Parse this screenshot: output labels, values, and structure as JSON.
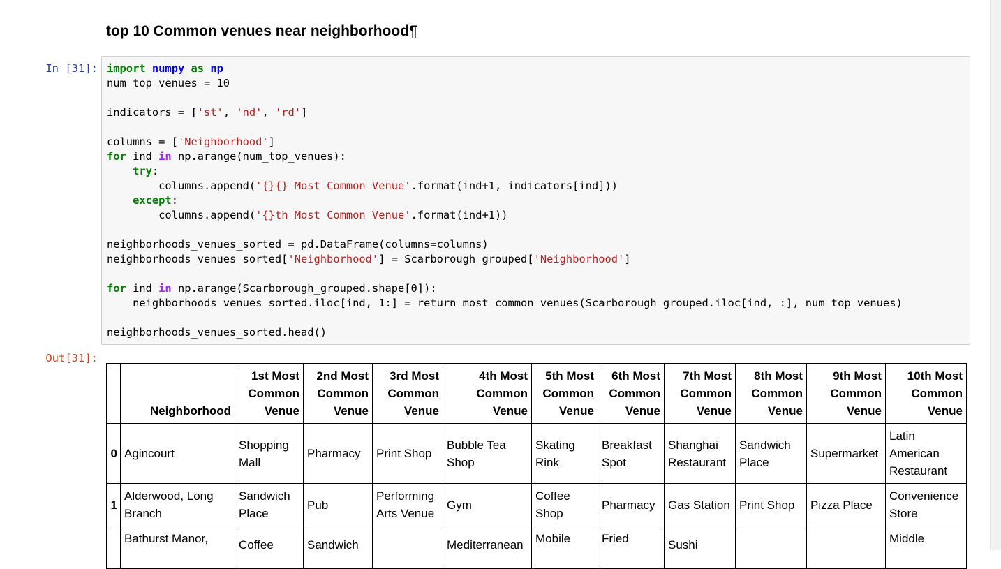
{
  "heading": "top 10 Common venues near neighborhood¶",
  "prompts": {
    "in": "In [31]:",
    "out": "Out[31]:"
  },
  "code": {
    "line1_import": "import",
    "line1_module": "numpy",
    "line1_as": "as",
    "line1_alias": "np",
    "line2": "num_top_venues = 10",
    "line4_a": "indicators = [",
    "line4_s1": "'st'",
    "line4_s2": "'nd'",
    "line4_s3": "'rd'",
    "line4_b": "]",
    "line6_a": "columns = [",
    "line6_s": "'Neighborhood'",
    "line6_b": "]",
    "line7_for": "for",
    "line7_a": " ind ",
    "line7_in": "in",
    "line7_b": " np.arange(num_top_venues):",
    "line8_try": "try",
    "line9_a": "columns.append(",
    "line9_s": "'{}{} Most Common Venue'",
    "line9_b": ".format(ind+1, indicators[ind]))",
    "line10_except": "except",
    "line11_a": "columns.append(",
    "line11_s": "'{}th Most Common Venue'",
    "line11_b": ".format(ind+1))",
    "line13": "neighborhoods_venues_sorted = pd.DataFrame(columns=columns)",
    "line14_a": "neighborhoods_venues_sorted[",
    "line14_s1": "'Neighborhood'",
    "line14_b": "] = Scarborough_grouped[",
    "line14_s2": "'Neighborhood'",
    "line14_c": "]",
    "line16_for": "for",
    "line16_a": " ind ",
    "line16_in": "in",
    "line16_b": " np.arange(Scarborough_grouped.shape[0]):",
    "line17": "neighborhoods_venues_sorted.iloc[ind, 1:] = return_most_common_venues(Scarborough_grouped.iloc[ind, :], num_top_venues)",
    "line19": "neighborhoods_venues_sorted.head()"
  },
  "table": {
    "headers": [
      "",
      "Neighborhood",
      "1st Most Common Venue",
      "2nd Most Common Venue",
      "3rd Most Common Venue",
      "4th Most Common Venue",
      "5th Most Common Venue",
      "6th Most Common Venue",
      "7th Most Common Venue",
      "8th Most Common Venue",
      "9th Most Common Venue",
      "10th Most Common Venue"
    ],
    "rows": [
      [
        "0",
        "Agincourt",
        "Shopping Mall",
        "Pharmacy",
        "Print Shop",
        "Bubble Tea Shop",
        "Skating Rink",
        "Breakfast Spot",
        "Shanghai Restaurant",
        "Sandwich Place",
        "Supermarket",
        "Latin American Restaurant"
      ],
      [
        "1",
        "Alderwood, Long Branch",
        "Sandwich Place",
        "Pub",
        "Performing Arts Venue",
        "Gym",
        "Coffee Shop",
        "Pharmacy",
        "Gas Station",
        "Print Shop",
        "Pizza Place",
        "Convenience Store"
      ],
      [
        "",
        "Bathurst Manor,",
        "Coffee",
        "Sandwich",
        "",
        "Mediterranean",
        "Mobile",
        "Fried",
        "Sushi",
        "",
        "",
        "Middle"
      ]
    ]
  }
}
